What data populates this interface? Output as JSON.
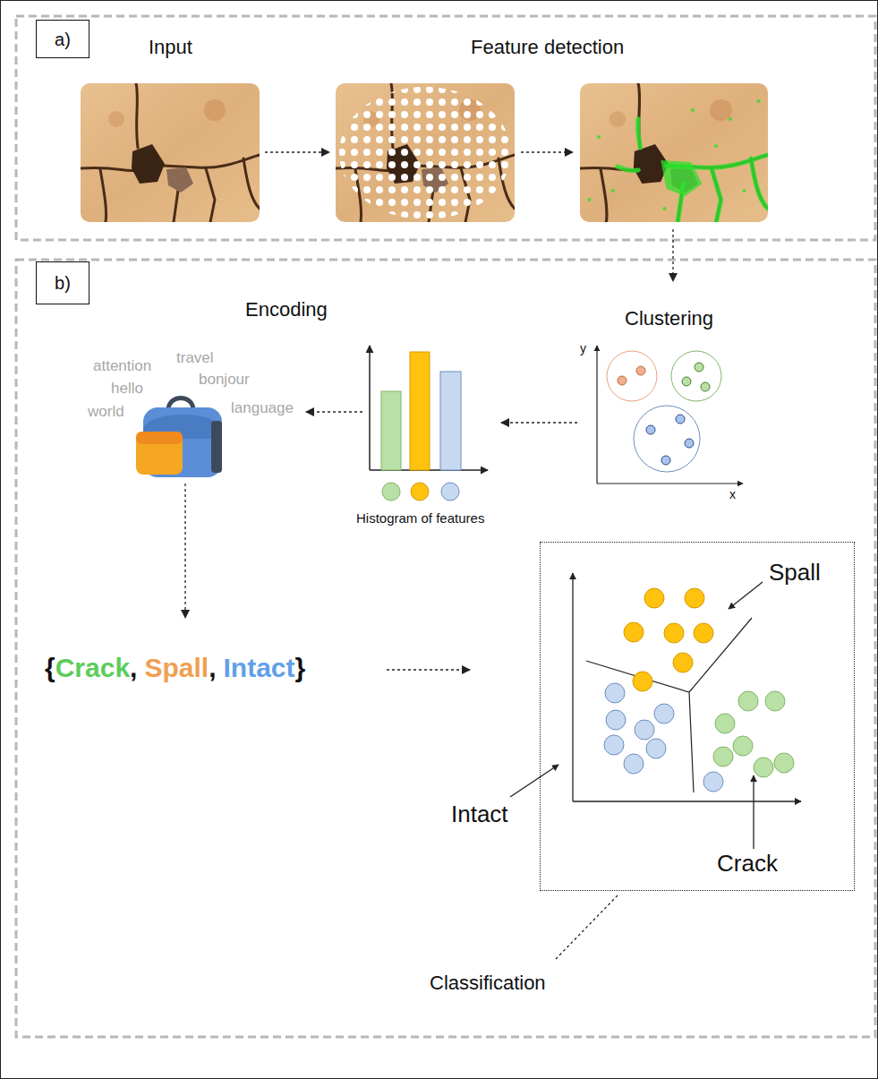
{
  "diagram": {
    "nodes": [
      {
        "text": [
          "a)"
        ]
      },
      {
        "text": [
          "b)"
        ]
      },
      {
        "text": [
          "Spall",
          "Intact",
          "Crack"
        ]
      }
    ],
    "labels": [
      "Input",
      "Feature detection",
      "Encoding",
      "Clustering",
      "attention",
      "travel",
      "hello",
      "bonjour",
      "world",
      "language",
      "y",
      "x",
      "Histogram of features",
      "{",
      "Crack",
      ",",
      "Spall",
      ",",
      "Intact",
      "}",
      "Classification"
    ]
  }
}
